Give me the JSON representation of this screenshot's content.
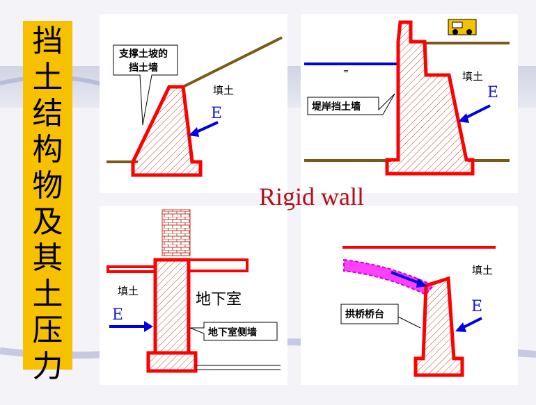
{
  "title_chars": [
    "挡",
    "土",
    "结",
    "构",
    "物",
    "及",
    "其",
    "土",
    "压",
    "力"
  ],
  "caption": "Rigid wall",
  "panels": {
    "p1": {
      "callout": [
        "支撑土坡的",
        "挡土墙"
      ],
      "fill_label": "填土",
      "force_label": "E"
    },
    "p2": {
      "callout": "堤岸挡土墙",
      "fill_label": "填土",
      "force_label": "E"
    },
    "p3": {
      "fill_label": "填土",
      "force_label": "E",
      "room_label": "地下室",
      "callout": "地下室侧墙"
    },
    "p4": {
      "fill_label": "填土",
      "force_label": "E",
      "callout": "拱桥桥台"
    }
  },
  "colors": {
    "wall": "#ff0000",
    "force": "#0000e0",
    "ground": "#7a5a18",
    "title_bg": "#f7c000",
    "caption": "#b01018"
  }
}
